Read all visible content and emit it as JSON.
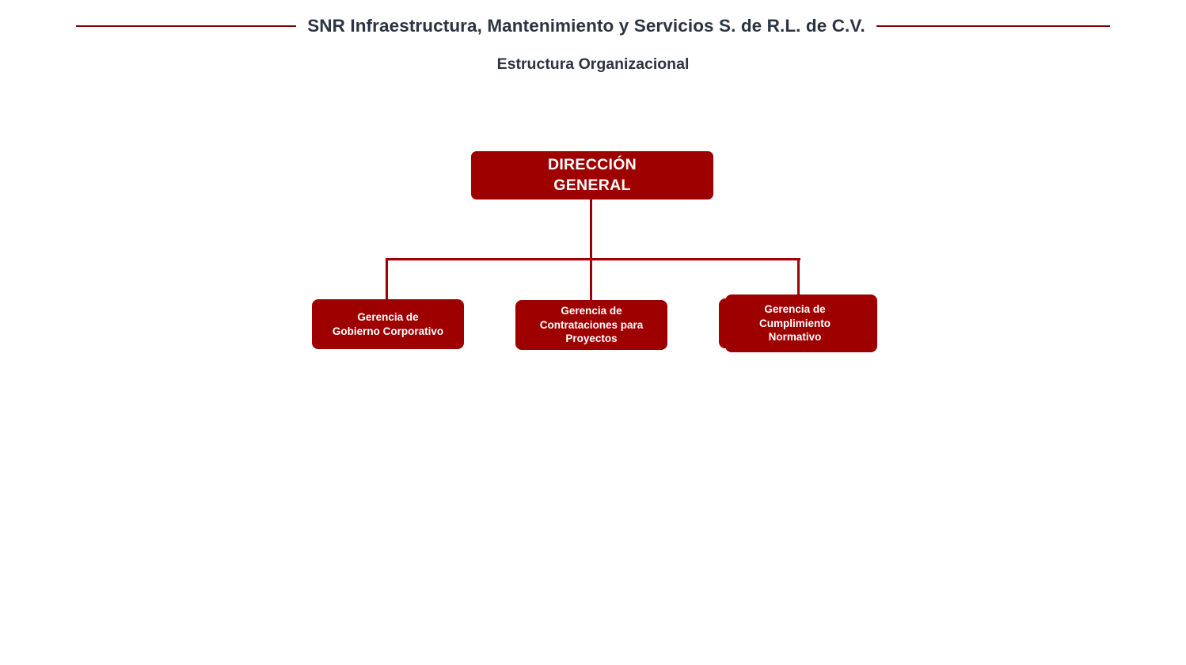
{
  "header": {
    "company_title": "SNR Infraestructura, Mantenimiento y Servicios S. de R.L. de C.V.",
    "subtitle": "Estructura Organizacional"
  },
  "colors": {
    "brand_red": "#9e0000",
    "rule_red": "#7a0000",
    "title_text": "#2b3440",
    "node_text": "#ffffff",
    "background": "#ffffff"
  },
  "chart_data": {
    "type": "diagram",
    "diagram_kind": "org-chart",
    "title": "Estructura Organizacional",
    "orientation": "top-down",
    "root": {
      "id": "direccion-general",
      "label": "DIRECCIÓN GENERAL",
      "lines": [
        "DIRECCIÓN",
        "GENERAL"
      ],
      "level": 0
    },
    "children": [
      {
        "id": "gerencia-gobierno-corporativo",
        "label": "Gerencia de Gobierno Corporativo",
        "lines": [
          "Gerencia de",
          "Gobierno Corporativo"
        ],
        "level": 1,
        "parent": "direccion-general"
      },
      {
        "id": "gerencia-contrataciones-proyectos",
        "label": "Gerencia de Contrataciones para Proyectos",
        "lines": [
          "Gerencia de",
          "Contrataciones para",
          "Proyectos"
        ],
        "level": 1,
        "parent": "direccion-general"
      },
      {
        "id": "gerencia-cumplimiento-normativo",
        "label": "Gerencia de Cumplimiento Normativo",
        "lines": [
          "Gerencia de",
          "Cumplimiento",
          "Normativo"
        ],
        "level": 1,
        "parent": "direccion-general"
      }
    ],
    "node_count": 4,
    "edge_count": 3
  }
}
